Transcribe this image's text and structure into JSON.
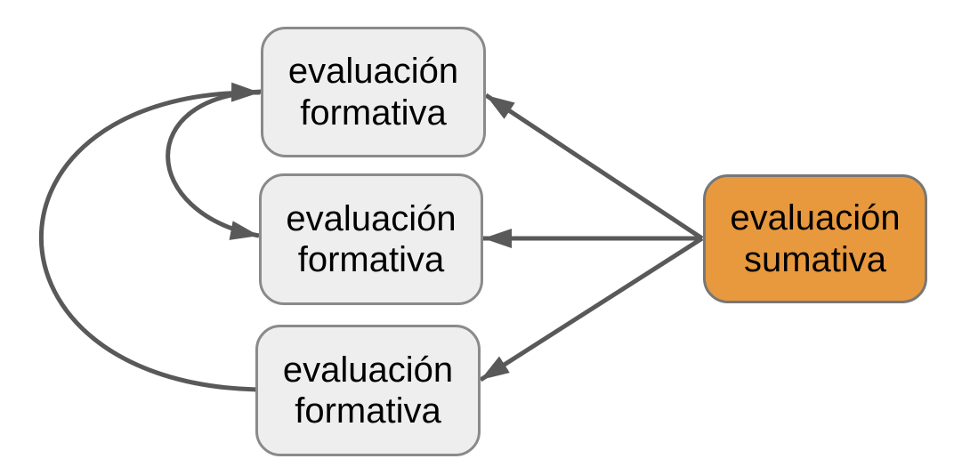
{
  "diagram": {
    "nodes": [
      {
        "id": "formativa-1",
        "label": "evaluación formativa",
        "type": "formative"
      },
      {
        "id": "formativa-2",
        "label": "evaluación formativa",
        "type": "formative"
      },
      {
        "id": "formativa-3",
        "label": "evaluación formativa",
        "type": "formative"
      },
      {
        "id": "sumativa",
        "label": "evaluación sumativa",
        "type": "summative"
      }
    ],
    "edges": [
      {
        "from": "sumativa",
        "to": "formativa-1",
        "style": "straight"
      },
      {
        "from": "sumativa",
        "to": "formativa-2",
        "style": "straight"
      },
      {
        "from": "sumativa",
        "to": "formativa-3",
        "style": "straight"
      },
      {
        "from": "formativa-1",
        "to": "formativa-2",
        "style": "curved-left"
      },
      {
        "from": "formativa-3",
        "to": "formativa-1",
        "style": "curved-left"
      }
    ],
    "colors": {
      "formative_fill": "#eeeeee",
      "formative_border": "#8a8a8a",
      "summative_fill": "#e8993e",
      "summative_border": "#777777",
      "arrow": "#595959",
      "text": "#000000",
      "background": "#ffffff"
    }
  }
}
